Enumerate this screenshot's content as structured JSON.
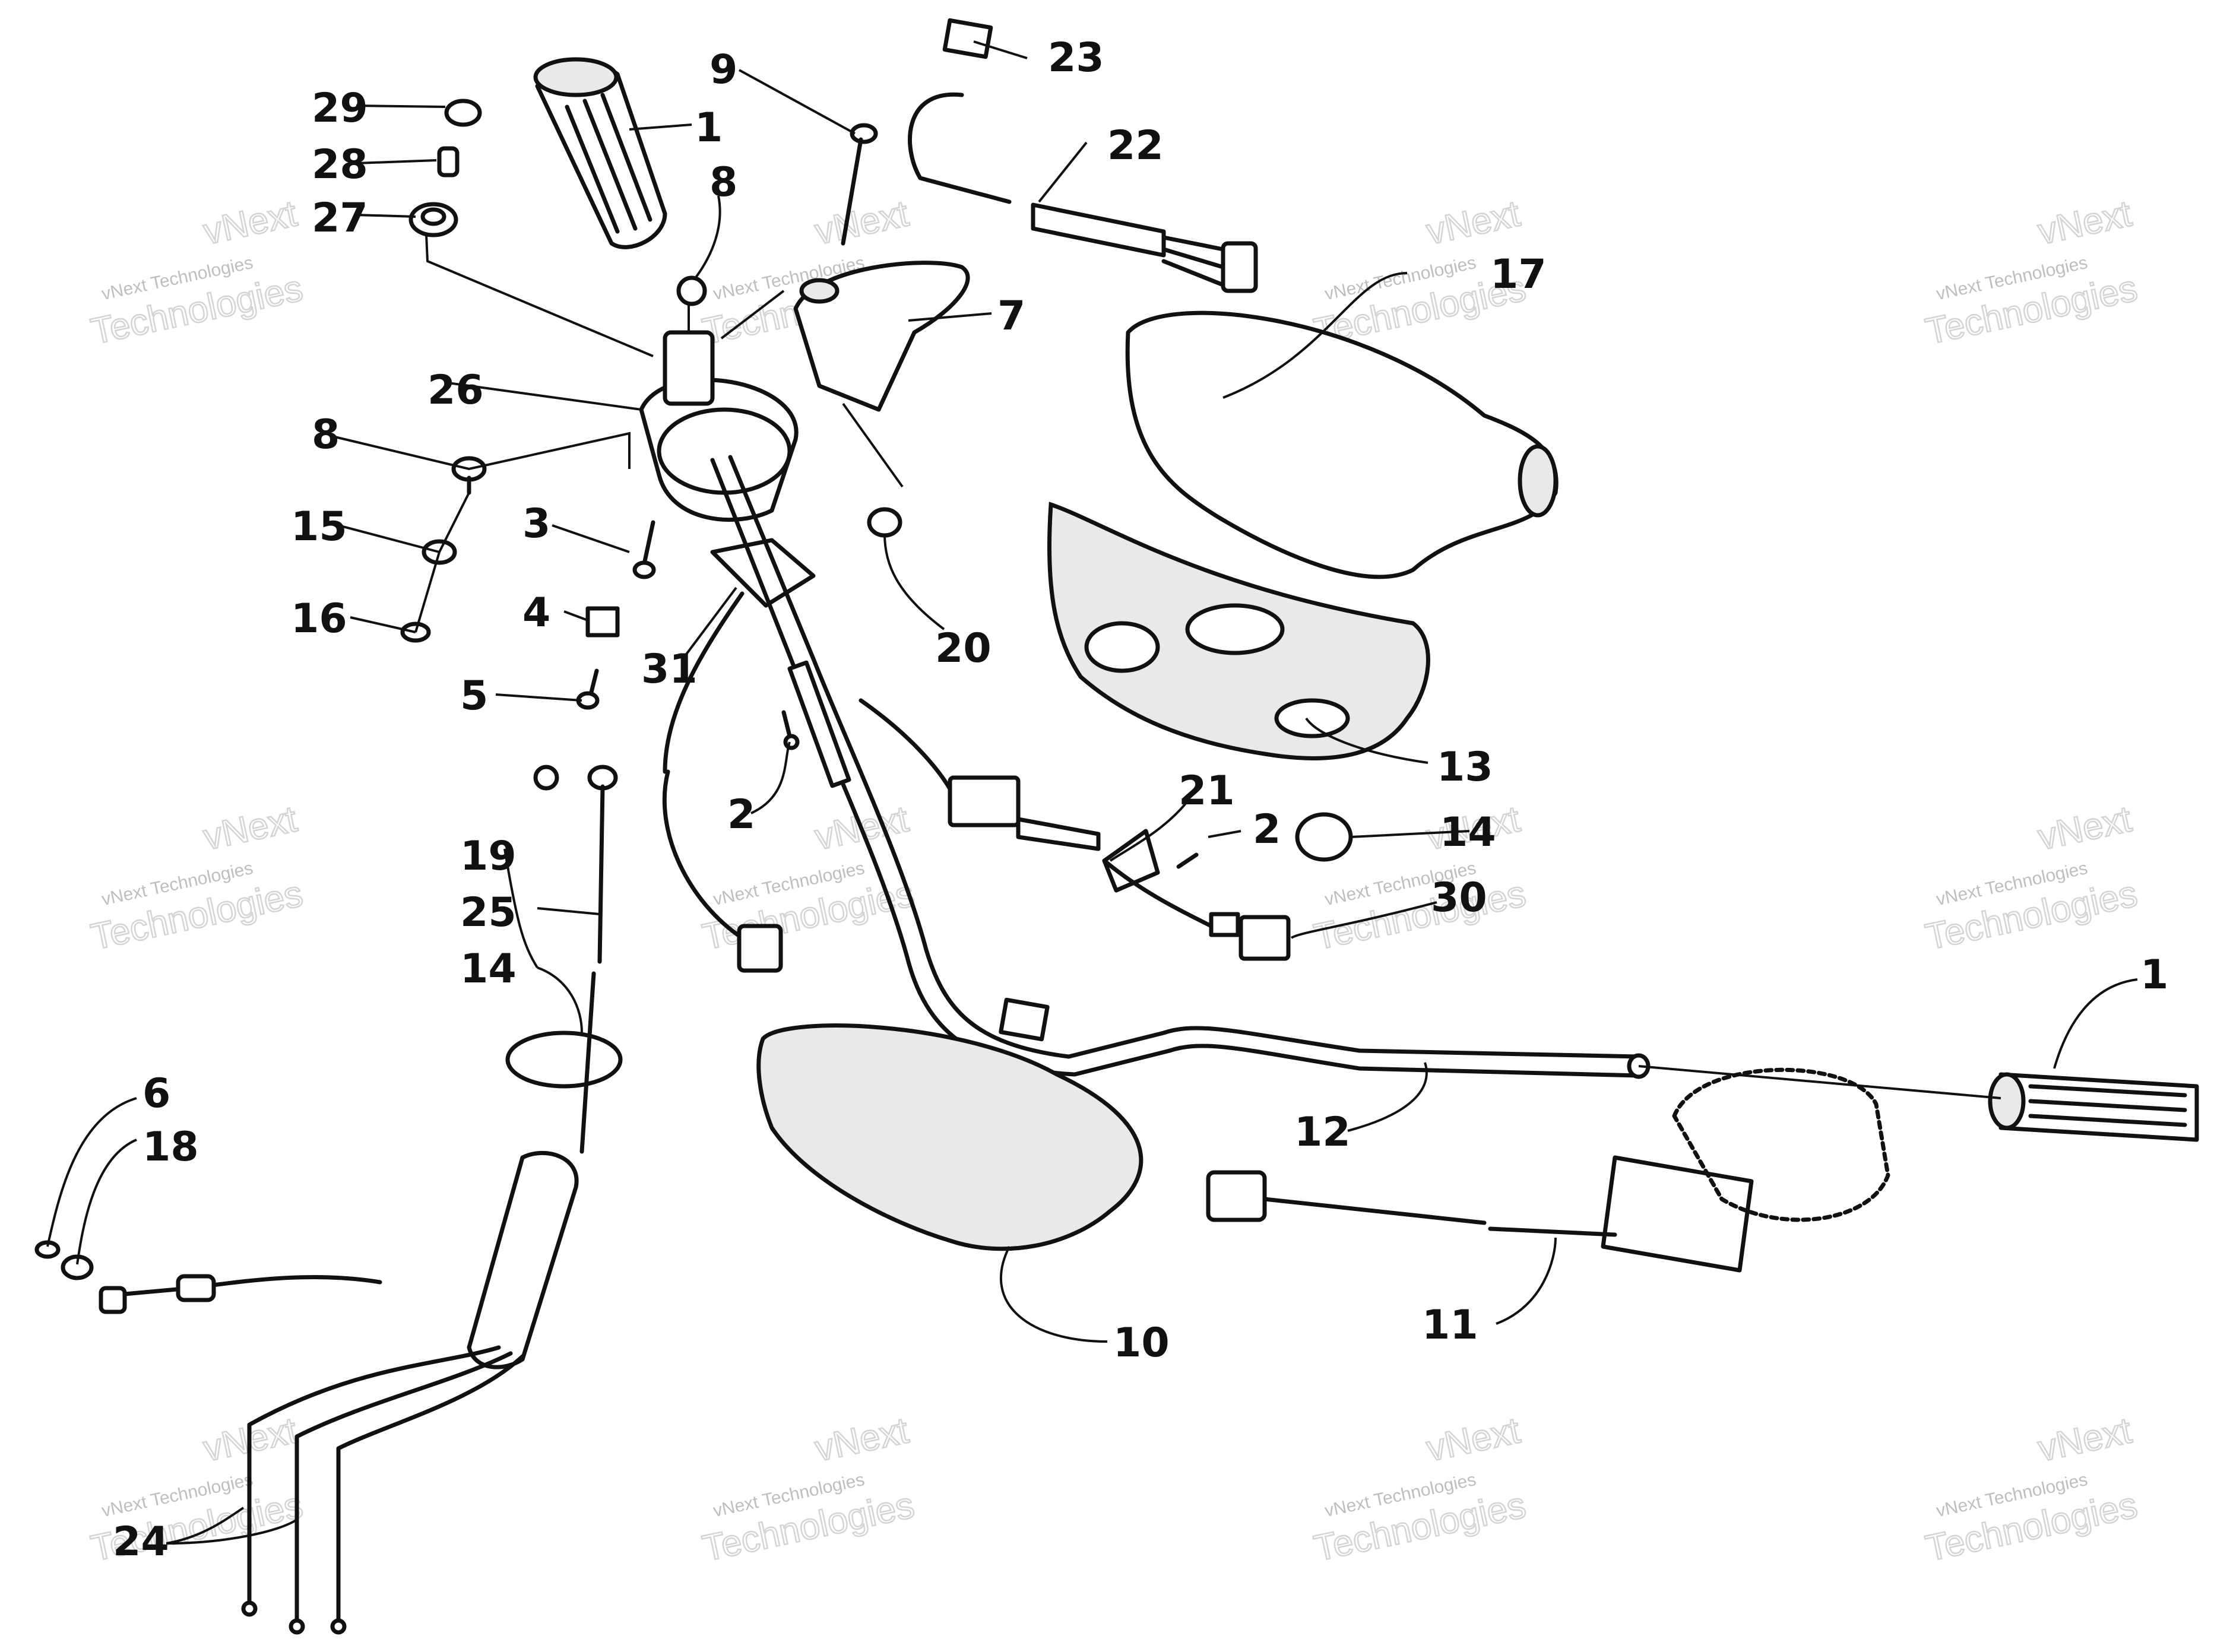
{
  "diagram": {
    "watermark": {
      "top": "vNext",
      "small": "vNext Technologies",
      "big": "Technologies"
    },
    "callouts": [
      "1",
      "1",
      "2",
      "2",
      "3",
      "4",
      "5",
      "6",
      "7",
      "8",
      "8",
      "9",
      "10",
      "11",
      "12",
      "13",
      "14",
      "14",
      "15",
      "16",
      "17",
      "18",
      "19",
      "20",
      "21",
      "22",
      "23",
      "24",
      "25",
      "26",
      "27",
      "28",
      "29",
      "30",
      "31"
    ]
  }
}
